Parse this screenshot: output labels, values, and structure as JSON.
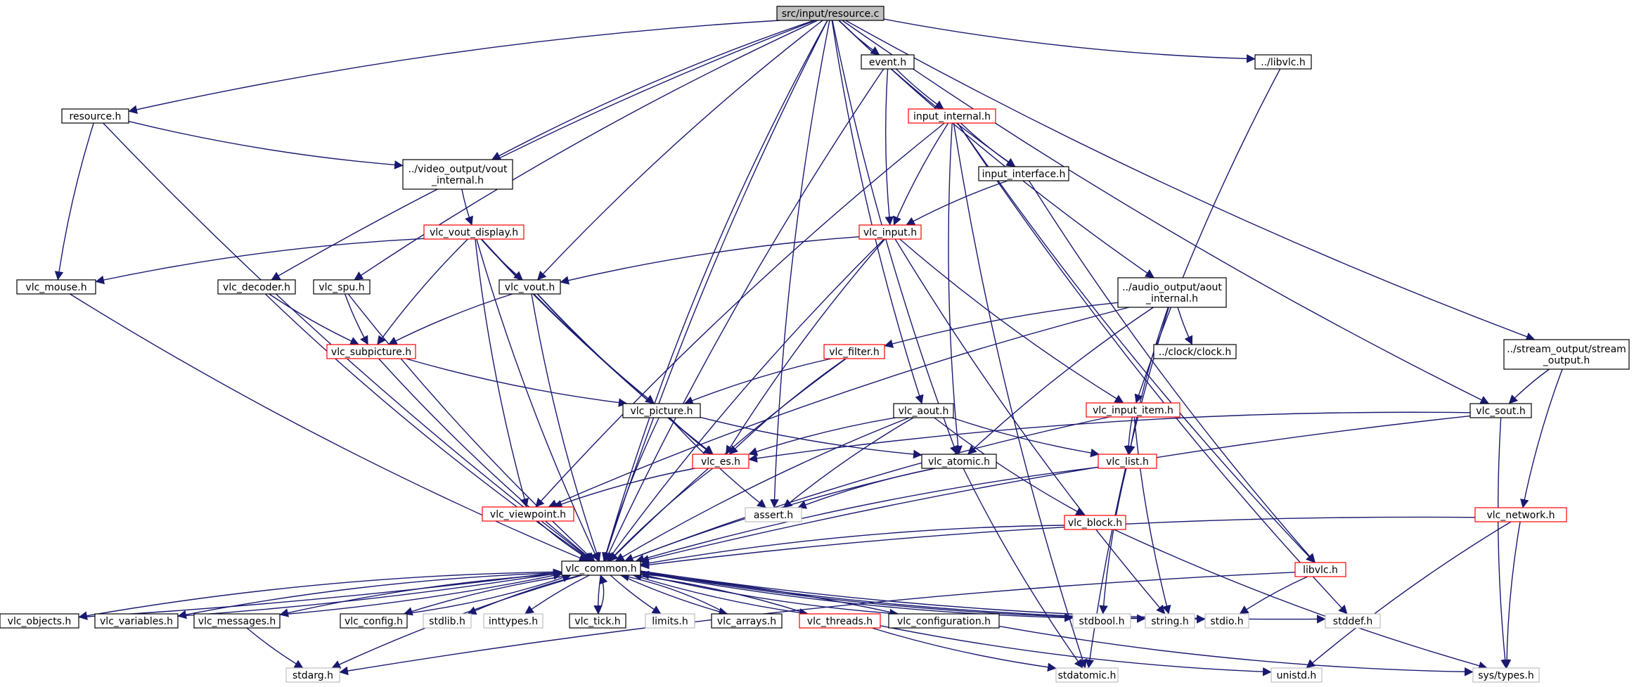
{
  "title": "src/input/resource.c",
  "colors": {
    "edge": "#191970",
    "node_plain": "#000000",
    "node_truncated": "#ff0000",
    "node_system": "#bfbfbf",
    "node_root_fill": "#bfbfbf"
  },
  "nodes": [
    {
      "id": "root",
      "label": "src/input/resource.c",
      "kind": "root"
    },
    {
      "id": "event_h",
      "label": "event.h",
      "kind": "plain"
    },
    {
      "id": "libvlc_rel",
      "label": "../libvlc.h",
      "kind": "plain"
    },
    {
      "id": "resource_h",
      "label": "resource.h",
      "kind": "plain"
    },
    {
      "id": "vout_internal",
      "label": "../video_output/vout\n_internal.h",
      "kind": "plain"
    },
    {
      "id": "input_internal",
      "label": "input_internal.h",
      "kind": "truncated"
    },
    {
      "id": "input_interface",
      "label": "input_interface.h",
      "kind": "plain"
    },
    {
      "id": "vlc_vout_display",
      "label": "vlc_vout_display.h",
      "kind": "truncated"
    },
    {
      "id": "vlc_input",
      "label": "vlc_input.h",
      "kind": "truncated"
    },
    {
      "id": "vlc_mouse",
      "label": "vlc_mouse.h",
      "kind": "plain"
    },
    {
      "id": "vlc_decoder",
      "label": "vlc_decoder.h",
      "kind": "plain"
    },
    {
      "id": "vlc_spu",
      "label": "vlc_spu.h",
      "kind": "plain"
    },
    {
      "id": "vlc_vout",
      "label": "vlc_vout.h",
      "kind": "plain"
    },
    {
      "id": "aout_internal",
      "label": "../audio_output/aout\n_internal.h",
      "kind": "plain"
    },
    {
      "id": "vlc_subpicture",
      "label": "vlc_subpicture.h",
      "kind": "truncated"
    },
    {
      "id": "vlc_filter",
      "label": "vlc_filter.h",
      "kind": "truncated"
    },
    {
      "id": "clock_h",
      "label": "../clock/clock.h",
      "kind": "plain"
    },
    {
      "id": "sout_internal",
      "label": "../stream_output/stream\n_output.h",
      "kind": "plain"
    },
    {
      "id": "vlc_picture",
      "label": "vlc_picture.h",
      "kind": "plain"
    },
    {
      "id": "vlc_aout",
      "label": "vlc_aout.h",
      "kind": "plain"
    },
    {
      "id": "vlc_input_item",
      "label": "vlc_input_item.h",
      "kind": "truncated"
    },
    {
      "id": "vlc_sout",
      "label": "vlc_sout.h",
      "kind": "plain"
    },
    {
      "id": "vlc_es",
      "label": "vlc_es.h",
      "kind": "truncated"
    },
    {
      "id": "vlc_atomic",
      "label": "vlc_atomic.h",
      "kind": "plain"
    },
    {
      "id": "vlc_list",
      "label": "vlc_list.h",
      "kind": "truncated"
    },
    {
      "id": "vlc_viewpoint",
      "label": "vlc_viewpoint.h",
      "kind": "truncated"
    },
    {
      "id": "assert_h",
      "label": "assert.h",
      "kind": "system"
    },
    {
      "id": "vlc_block",
      "label": "vlc_block.h",
      "kind": "truncated"
    },
    {
      "id": "vlc_network",
      "label": "vlc_network.h",
      "kind": "truncated"
    },
    {
      "id": "vlc_common",
      "label": "vlc_common.h",
      "kind": "plain"
    },
    {
      "id": "libvlc_h",
      "label": "libvlc.h",
      "kind": "truncated"
    },
    {
      "id": "vlc_objects",
      "label": "vlc_objects.h",
      "kind": "plain"
    },
    {
      "id": "vlc_variables",
      "label": "vlc_variables.h",
      "kind": "plain"
    },
    {
      "id": "vlc_messages",
      "label": "vlc_messages.h",
      "kind": "plain"
    },
    {
      "id": "vlc_config",
      "label": "vlc_config.h",
      "kind": "plain"
    },
    {
      "id": "stdlib_h",
      "label": "stdlib.h",
      "kind": "system"
    },
    {
      "id": "inttypes_h",
      "label": "inttypes.h",
      "kind": "system"
    },
    {
      "id": "vlc_tick",
      "label": "vlc_tick.h",
      "kind": "plain"
    },
    {
      "id": "limits_h",
      "label": "limits.h",
      "kind": "system"
    },
    {
      "id": "vlc_arrays",
      "label": "vlc_arrays.h",
      "kind": "plain"
    },
    {
      "id": "vlc_threads",
      "label": "vlc_threads.h",
      "kind": "truncated"
    },
    {
      "id": "vlc_configuration",
      "label": "vlc_configuration.h",
      "kind": "plain"
    },
    {
      "id": "stdbool_h",
      "label": "stdbool.h",
      "kind": "system"
    },
    {
      "id": "string_h",
      "label": "string.h",
      "kind": "system"
    },
    {
      "id": "stdio_h",
      "label": "stdio.h",
      "kind": "system"
    },
    {
      "id": "stddef_h",
      "label": "stddef.h",
      "kind": "system"
    },
    {
      "id": "stdarg_h",
      "label": "stdarg.h",
      "kind": "system"
    },
    {
      "id": "stdatomic_h",
      "label": "stdatomic.h",
      "kind": "system"
    },
    {
      "id": "unistd_h",
      "label": "unistd.h",
      "kind": "system"
    },
    {
      "id": "sys_types_h",
      "label": "sys/types.h",
      "kind": "system"
    }
  ],
  "edges": [
    [
      "root",
      "resource_h"
    ],
    [
      "root",
      "vlc_common"
    ],
    [
      "root",
      "vlc_decoder"
    ],
    [
      "root",
      "vlc_spu"
    ],
    [
      "root",
      "vout_internal"
    ],
    [
      "root",
      "vlc_vout"
    ],
    [
      "root",
      "vlc_common"
    ],
    [
      "root",
      "assert_h"
    ],
    [
      "root",
      "event_h"
    ],
    [
      "root",
      "vlc_aout"
    ],
    [
      "root",
      "input_interface"
    ],
    [
      "root",
      "vlc_atomic"
    ],
    [
      "root",
      "libvlc_rel"
    ],
    [
      "root",
      "aout_internal"
    ],
    [
      "root",
      "vlc_sout"
    ],
    [
      "root",
      "sout_internal"
    ],
    [
      "resource_h",
      "vout_internal"
    ],
    [
      "resource_h",
      "vlc_mouse"
    ],
    [
      "resource_h",
      "vlc_common"
    ],
    [
      "vout_internal",
      "vlc_vout_display"
    ],
    [
      "event_h",
      "input_internal"
    ],
    [
      "event_h",
      "vlc_input"
    ],
    [
      "event_h",
      "vlc_common"
    ],
    [
      "libvlc_rel",
      "vlc_input_item"
    ],
    [
      "input_internal",
      "input_interface"
    ],
    [
      "input_internal",
      "vlc_input"
    ],
    [
      "input_internal",
      "vlc_viewpoint"
    ],
    [
      "input_internal",
      "vlc_atomic"
    ],
    [
      "input_internal",
      "libvlc_h"
    ],
    [
      "input_internal",
      "stddef_h"
    ],
    [
      "input_internal",
      "stdatomic_h"
    ],
    [
      "input_interface",
      "vlc_input"
    ],
    [
      "input_interface",
      "libvlc_h"
    ],
    [
      "vlc_vout_display",
      "vlc_mouse"
    ],
    [
      "vlc_vout_display",
      "vlc_vout"
    ],
    [
      "vlc_vout_display",
      "vlc_subpicture"
    ],
    [
      "vlc_vout_display",
      "vlc_picture"
    ],
    [
      "vlc_vout_display",
      "vlc_es"
    ],
    [
      "vlc_vout_display",
      "vlc_viewpoint"
    ],
    [
      "vlc_vout_display",
      "vlc_common"
    ],
    [
      "vlc_input",
      "vlc_vout"
    ],
    [
      "vlc_input",
      "vlc_es"
    ],
    [
      "vlc_input",
      "vlc_input_item"
    ],
    [
      "vlc_input",
      "vlc_common"
    ],
    [
      "vlc_input",
      "string_h"
    ],
    [
      "vlc_mouse",
      "vlc_common"
    ],
    [
      "vlc_decoder",
      "vlc_subpicture"
    ],
    [
      "vlc_decoder",
      "vlc_common"
    ],
    [
      "vlc_spu",
      "vlc_subpicture"
    ],
    [
      "vlc_spu",
      "vlc_common"
    ],
    [
      "vlc_vout",
      "vlc_subpicture"
    ],
    [
      "vlc_vout",
      "vlc_picture"
    ],
    [
      "vlc_vout",
      "vlc_es"
    ],
    [
      "vlc_vout",
      "vlc_common"
    ],
    [
      "aout_internal",
      "vlc_filter"
    ],
    [
      "aout_internal",
      "clock_h"
    ],
    [
      "aout_internal",
      "vlc_list"
    ],
    [
      "aout_internal",
      "vlc_atomic"
    ],
    [
      "aout_internal",
      "vlc_viewpoint"
    ],
    [
      "aout_internal",
      "stdatomic_h"
    ],
    [
      "vlc_subpicture",
      "vlc_picture"
    ],
    [
      "vlc_subpicture",
      "vlc_common"
    ],
    [
      "vlc_filter",
      "vlc_picture"
    ],
    [
      "vlc_filter",
      "vlc_es"
    ],
    [
      "vlc_filter",
      "vlc_common"
    ],
    [
      "sout_internal",
      "vlc_sout"
    ],
    [
      "sout_internal",
      "vlc_network"
    ],
    [
      "vlc_picture",
      "vlc_es"
    ],
    [
      "vlc_picture",
      "vlc_atomic"
    ],
    [
      "vlc_picture",
      "assert_h"
    ],
    [
      "vlc_picture",
      "vlc_common"
    ],
    [
      "vlc_aout",
      "vlc_es"
    ],
    [
      "vlc_aout",
      "vlc_list"
    ],
    [
      "vlc_aout",
      "assert_h"
    ],
    [
      "vlc_aout",
      "vlc_block"
    ],
    [
      "vlc_aout",
      "vlc_common"
    ],
    [
      "vlc_input_item",
      "vlc_list"
    ],
    [
      "vlc_input_item",
      "vlc_common"
    ],
    [
      "vlc_input_item",
      "string_h"
    ],
    [
      "vlc_sout",
      "vlc_es"
    ],
    [
      "vlc_sout",
      "vlc_common"
    ],
    [
      "vlc_sout",
      "sys_types_h"
    ],
    [
      "vlc_es",
      "vlc_viewpoint"
    ],
    [
      "vlc_es",
      "vlc_common"
    ],
    [
      "vlc_atomic",
      "assert_h"
    ],
    [
      "vlc_atomic",
      "vlc_common"
    ],
    [
      "vlc_atomic",
      "stdatomic_h"
    ],
    [
      "vlc_list",
      "vlc_common"
    ],
    [
      "vlc_list",
      "stdbool_h"
    ],
    [
      "vlc_viewpoint",
      "vlc_common"
    ],
    [
      "vlc_block",
      "vlc_common"
    ],
    [
      "vlc_block",
      "sys_types_h"
    ],
    [
      "vlc_network",
      "vlc_common"
    ],
    [
      "vlc_network",
      "unistd_h"
    ],
    [
      "vlc_network",
      "sys_types_h"
    ],
    [
      "libvlc_h",
      "stdio_h"
    ],
    [
      "libvlc_h",
      "stdarg_h"
    ],
    [
      "vlc_common",
      "vlc_objects"
    ],
    [
      "vlc_common",
      "vlc_variables"
    ],
    [
      "vlc_common",
      "vlc_messages"
    ],
    [
      "vlc_common",
      "vlc_config"
    ],
    [
      "vlc_common",
      "stdlib_h"
    ],
    [
      "vlc_common",
      "inttypes_h"
    ],
    [
      "vlc_common",
      "vlc_tick"
    ],
    [
      "vlc_common",
      "limits_h"
    ],
    [
      "vlc_common",
      "vlc_arrays"
    ],
    [
      "vlc_common",
      "vlc_threads"
    ],
    [
      "vlc_common",
      "vlc_configuration"
    ],
    [
      "vlc_common",
      "stdbool_h"
    ],
    [
      "vlc_common",
      "string_h"
    ],
    [
      "vlc_common",
      "stdio_h"
    ],
    [
      "vlc_common",
      "stddef_h"
    ],
    [
      "vlc_common",
      "stdarg_h"
    ],
    [
      "vlc_objects",
      "vlc_common"
    ],
    [
      "vlc_variables",
      "vlc_common"
    ],
    [
      "vlc_messages",
      "vlc_common"
    ],
    [
      "vlc_config",
      "vlc_common"
    ],
    [
      "vlc_tick",
      "vlc_common"
    ],
    [
      "vlc_arrays",
      "vlc_common"
    ],
    [
      "vlc_threads",
      "vlc_common"
    ],
    [
      "vlc_configuration",
      "vlc_common"
    ],
    [
      "vlc_messages",
      "stdarg_h"
    ],
    [
      "vlc_threads",
      "stdatomic_h"
    ],
    [
      "vlc_threads",
      "unistd_h"
    ],
    [
      "vlc_configuration",
      "sys_types_h"
    ]
  ]
}
